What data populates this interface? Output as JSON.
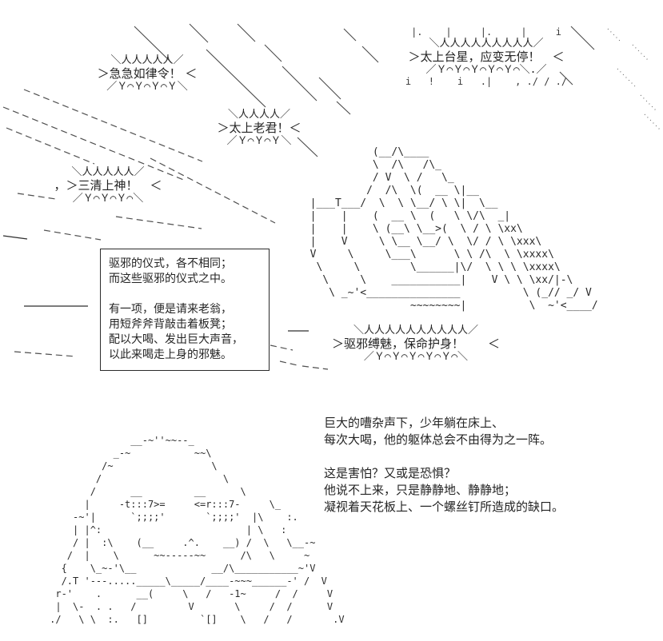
{
  "page": {
    "background_color": "#ffffff",
    "ink_color": "#2b2b2b",
    "description": "ascii-art comic page"
  },
  "bubbles": {
    "jijirulvling": {
      "top": "＼人人人人人／",
      "text": "＞急急如律令！ ＜",
      "bottom": "／Ｙ⌒Ｙ⌒Ｙ⌒Ｙ＼"
    },
    "taishangtaixing": {
      "ticks_above": "|.    |     |.     |     i",
      "top": "＼人人人人人人人人人／",
      "text": "＞太上台星，应变无停！　＜",
      "bottom": "／Ｙ⌒Ｙ⌒Ｙ⌒Ｙ⌒Ｙ⌒＼.／",
      "marks_below": "i   !    i   .|    , ./ / ./"
    },
    "taishanglaojun": {
      "top": "＼人人人人／",
      "text": "＞太上老君！＜",
      "bottom": "／Ｙ⌒Ｙ⌒Ｙ＼"
    },
    "sanqingshangshen": {
      "top": "＼人人人人人／",
      "text": "，＞三清上神！　＜",
      "bottom": "／Ｙ⌒Ｙ⌒Ｙ⌒＼"
    },
    "quxiefumei": {
      "top": "＼人人人人人人人人人人／",
      "text": "＞驱邪缚魅，保命护身！　　＜",
      "bottom": "／Ｙ⌒Ｙ⌒Ｙ⌒Ｙ⌒Ｙ⌒＼"
    }
  },
  "narration_box": {
    "text": "驱邪的仪式，各不相同；\n而这些驱邪的仪式之中。\n\n有一项，便是请来老翁，\n用短斧斧背敲击着板凳；\n配以大喝、发出巨大声音，\n以此来喝走上身的邪魅。"
  },
  "story_text": {
    "para1": "巨大的嘈杂声下，少年躺在床上、\n每次大喝，他的躯体总会不由得为之一阵。",
    "para2": "这是害怕？又或是恐惧？\n他说不上来，只是静静地、静静地；\n凝视着天花板上、一个螺丝钉所造成的缺口。"
  },
  "ascii_art": {
    "axe": "            (__/\\____\n            \\  /\\   /\\_\n            / V  \\ /   \\_\n           /  /\\  \\(  __ \\|__\n  |___T___/  \\  \\ \\__/ \\ \\|  \\__\n  |    |    (  __ \\  (   \\ \\/\\  _|\n  |    |    \\ (__\\ \\__>(  \\ / \\ \\xx\\\n  |    V     \\ \\__ \\__/ \\  \\/ / \\ \\xxx\\\n  V     \\     \\___\\      \\ \\ /\\  \\ \\xxxx\\\n   \\     \\        \\______|\\/  \\ \\ \\ \\xxxx\\\n    \\     \\    ___________|    V \\ \\ \\xx/|-\\\n     \\ _~'<_______________          \\ (_// _/ V\n                  ~~~~~~~~|          \\  ~'<____/",
    "boy": "                   __-~''~~--_\n                _-~           ~~\\\n              /~                 \\\n             /                     \\\n            /      __         __      \\\n           |     -t:::7>=     <=r:::7-     \\_\n         -~'|      `;;;;'       `;;;;'  |\\    :.\n         | |^:                         | \\   :\n         / |  :\\    (__     .^.    __) /  \\   \\__-~\n        /  |    \\      ~~-----~~      /\\   \\     ~\n       {    \\_~-'\\__             __/\\___________~'V\n       /.T '---....._____\\_____/____-~~~______-' /  V\n      r-'    .      __(     \\   /   -1~     /  /     V\n      |  \\-  . .   /         V       \\     /  /      V\n     ./   \\ \\  :.   []         `[]    \\   /   /       .V"
  }
}
